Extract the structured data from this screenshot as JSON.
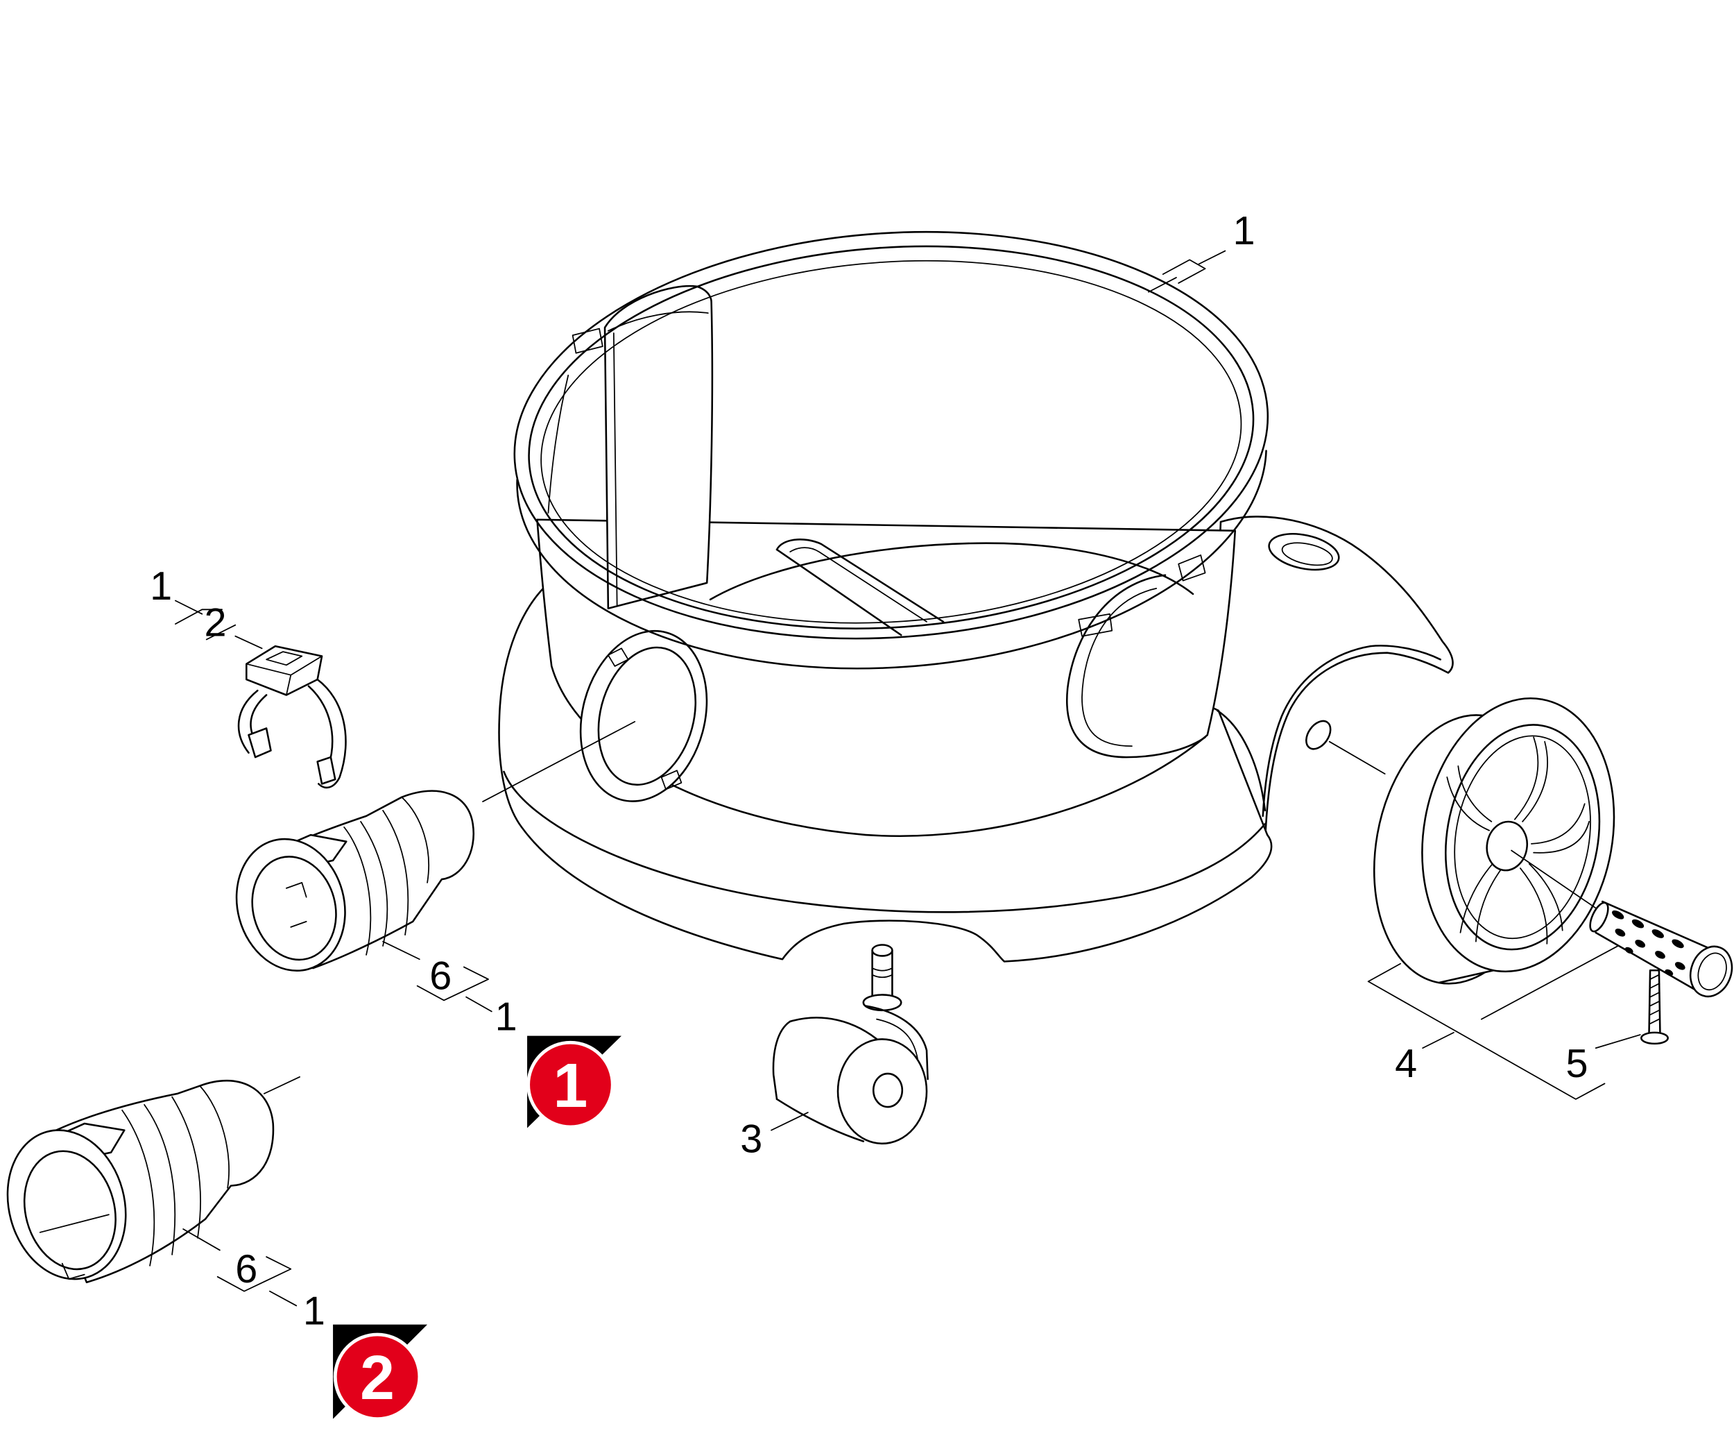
{
  "diagram": {
    "callouts": {
      "rim": "1",
      "clip_qty": "1",
      "clip": "2",
      "connector_a": "6",
      "connector_a_qty": "1",
      "castor": "3",
      "wheel": "4",
      "screw": "5",
      "connector_b": "6",
      "connector_b_qty": "1"
    },
    "variant_badges": [
      "1",
      "2"
    ]
  },
  "colors": {
    "line": "#000000",
    "background": "#ffffff",
    "badge_red": "#e2001a",
    "badge_triangle": "#000000",
    "badge_text": "#ffffff"
  }
}
